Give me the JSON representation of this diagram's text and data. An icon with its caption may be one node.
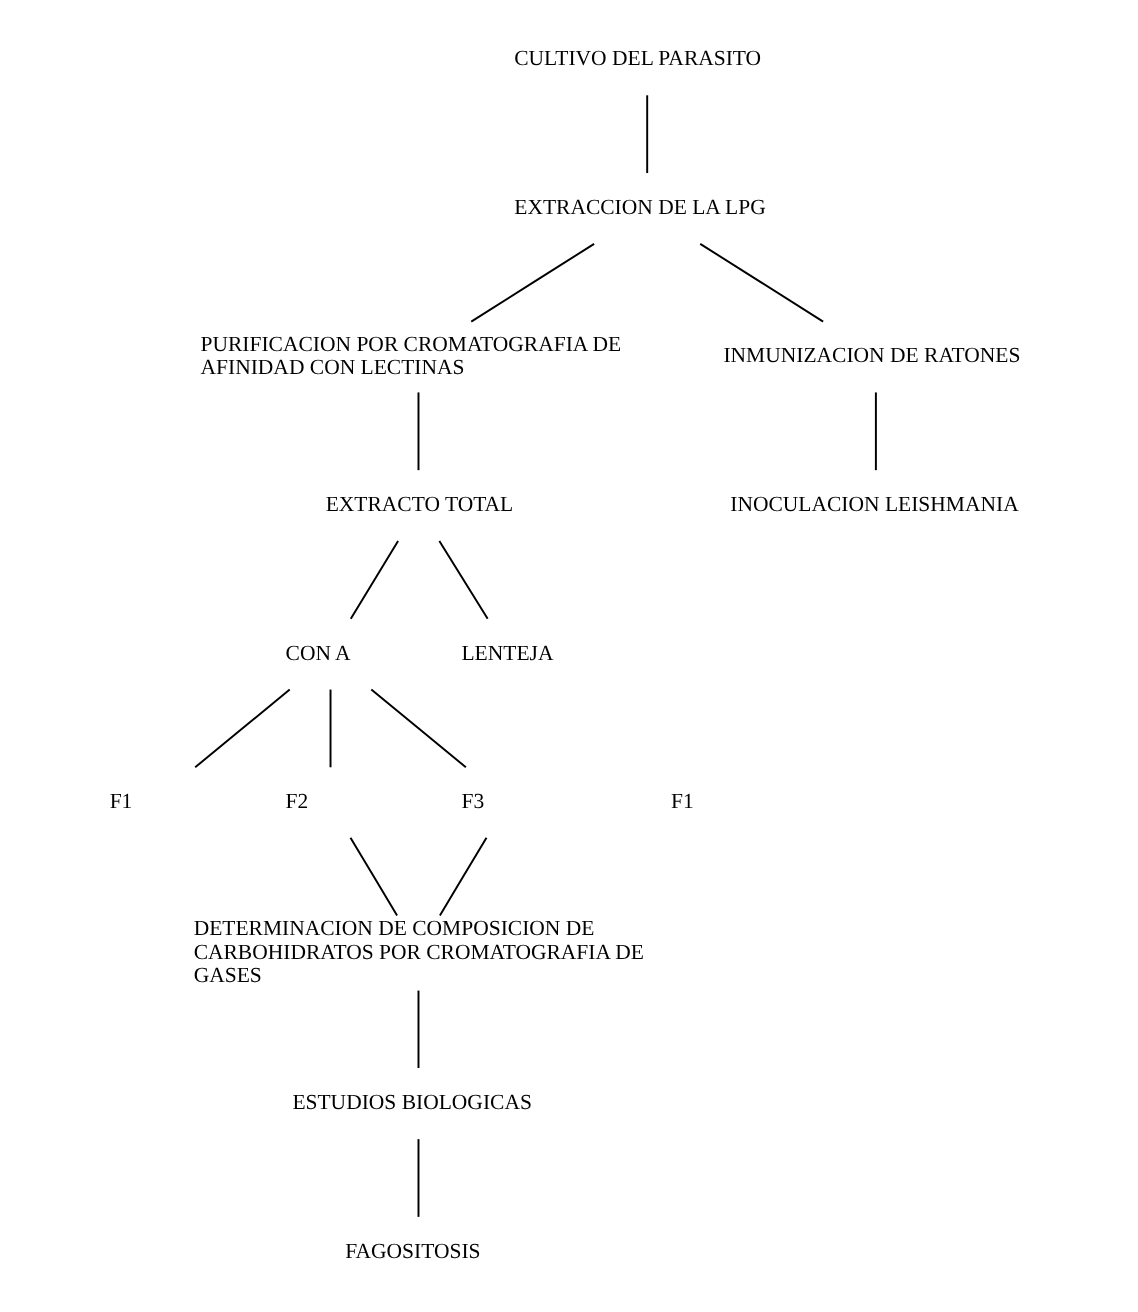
{
  "diagram": {
    "nodes": [
      {
        "text": [
          "CULTIVO DEL PARASITO"
        ]
      },
      {
        "text": [
          "EXTRACCION DE LA LPG"
        ]
      },
      {
        "text": [
          "PURIFICACION POR CROMATOGRAFIA DE AFINIDAD CON LECTINAS"
        ]
      },
      {
        "text": [
          "INMUNIZACION DE RATONES"
        ]
      },
      {
        "text": [
          "EXTRACTO TOTAL"
        ]
      },
      {
        "text": [
          "INOCULACION LEISHMANIA"
        ]
      },
      {
        "text": [
          "CON A"
        ]
      },
      {
        "text": [
          "LENTEJA"
        ]
      },
      {
        "text": [
          "F1"
        ]
      },
      {
        "text": [
          "F2"
        ]
      },
      {
        "text": [
          "F3"
        ]
      },
      {
        "text": [
          "DETERMINACION DE COMPOSICION DE CARBOHIDRATOS POR CROMATOGRAFIA DE GASES"
        ]
      },
      {
        "text": [
          "ESTUDIOS BIOLOGICAS"
        ]
      },
      {
        "text": [
          "FAGOSITOSIS"
        ]
      }
    ],
    "edges": [
      {
        "from": 0,
        "to": 1,
        "arrow": "none"
      },
      {
        "from": 1,
        "to": 2,
        "arrow": "none"
      },
      {
        "from": 1,
        "to": 3,
        "arrow": "none"
      },
      {
        "from": 2,
        "to": 4,
        "arrow": "none"
      },
      {
        "from": 3,
        "to": 5,
        "arrow": "none"
      },
      {
        "from": 4,
        "to": 6,
        "arrow": "none"
      },
      {
        "from": 4,
        "to": 7,
        "arrow": "none"
      },
      {
        "from": 6,
        "to": 8,
        "arrow": "none"
      },
      {
        "from": 6,
        "to": 9,
        "arrow": "none"
      },
      {
        "from": 6,
        "to": 10,
        "arrow": "none"
      },
      {
        "from": 9,
        "to": 11,
        "arrow": "none"
      },
      {
        "from": 10,
        "to": 11,
        "arrow": "none"
      },
      {
        "from": 11,
        "to": 12,
        "arrow": "none"
      },
      {
        "from": 12,
        "to": 13,
        "arrow": "none"
      }
    ],
    "labels": [
      "F1"
    ]
  }
}
